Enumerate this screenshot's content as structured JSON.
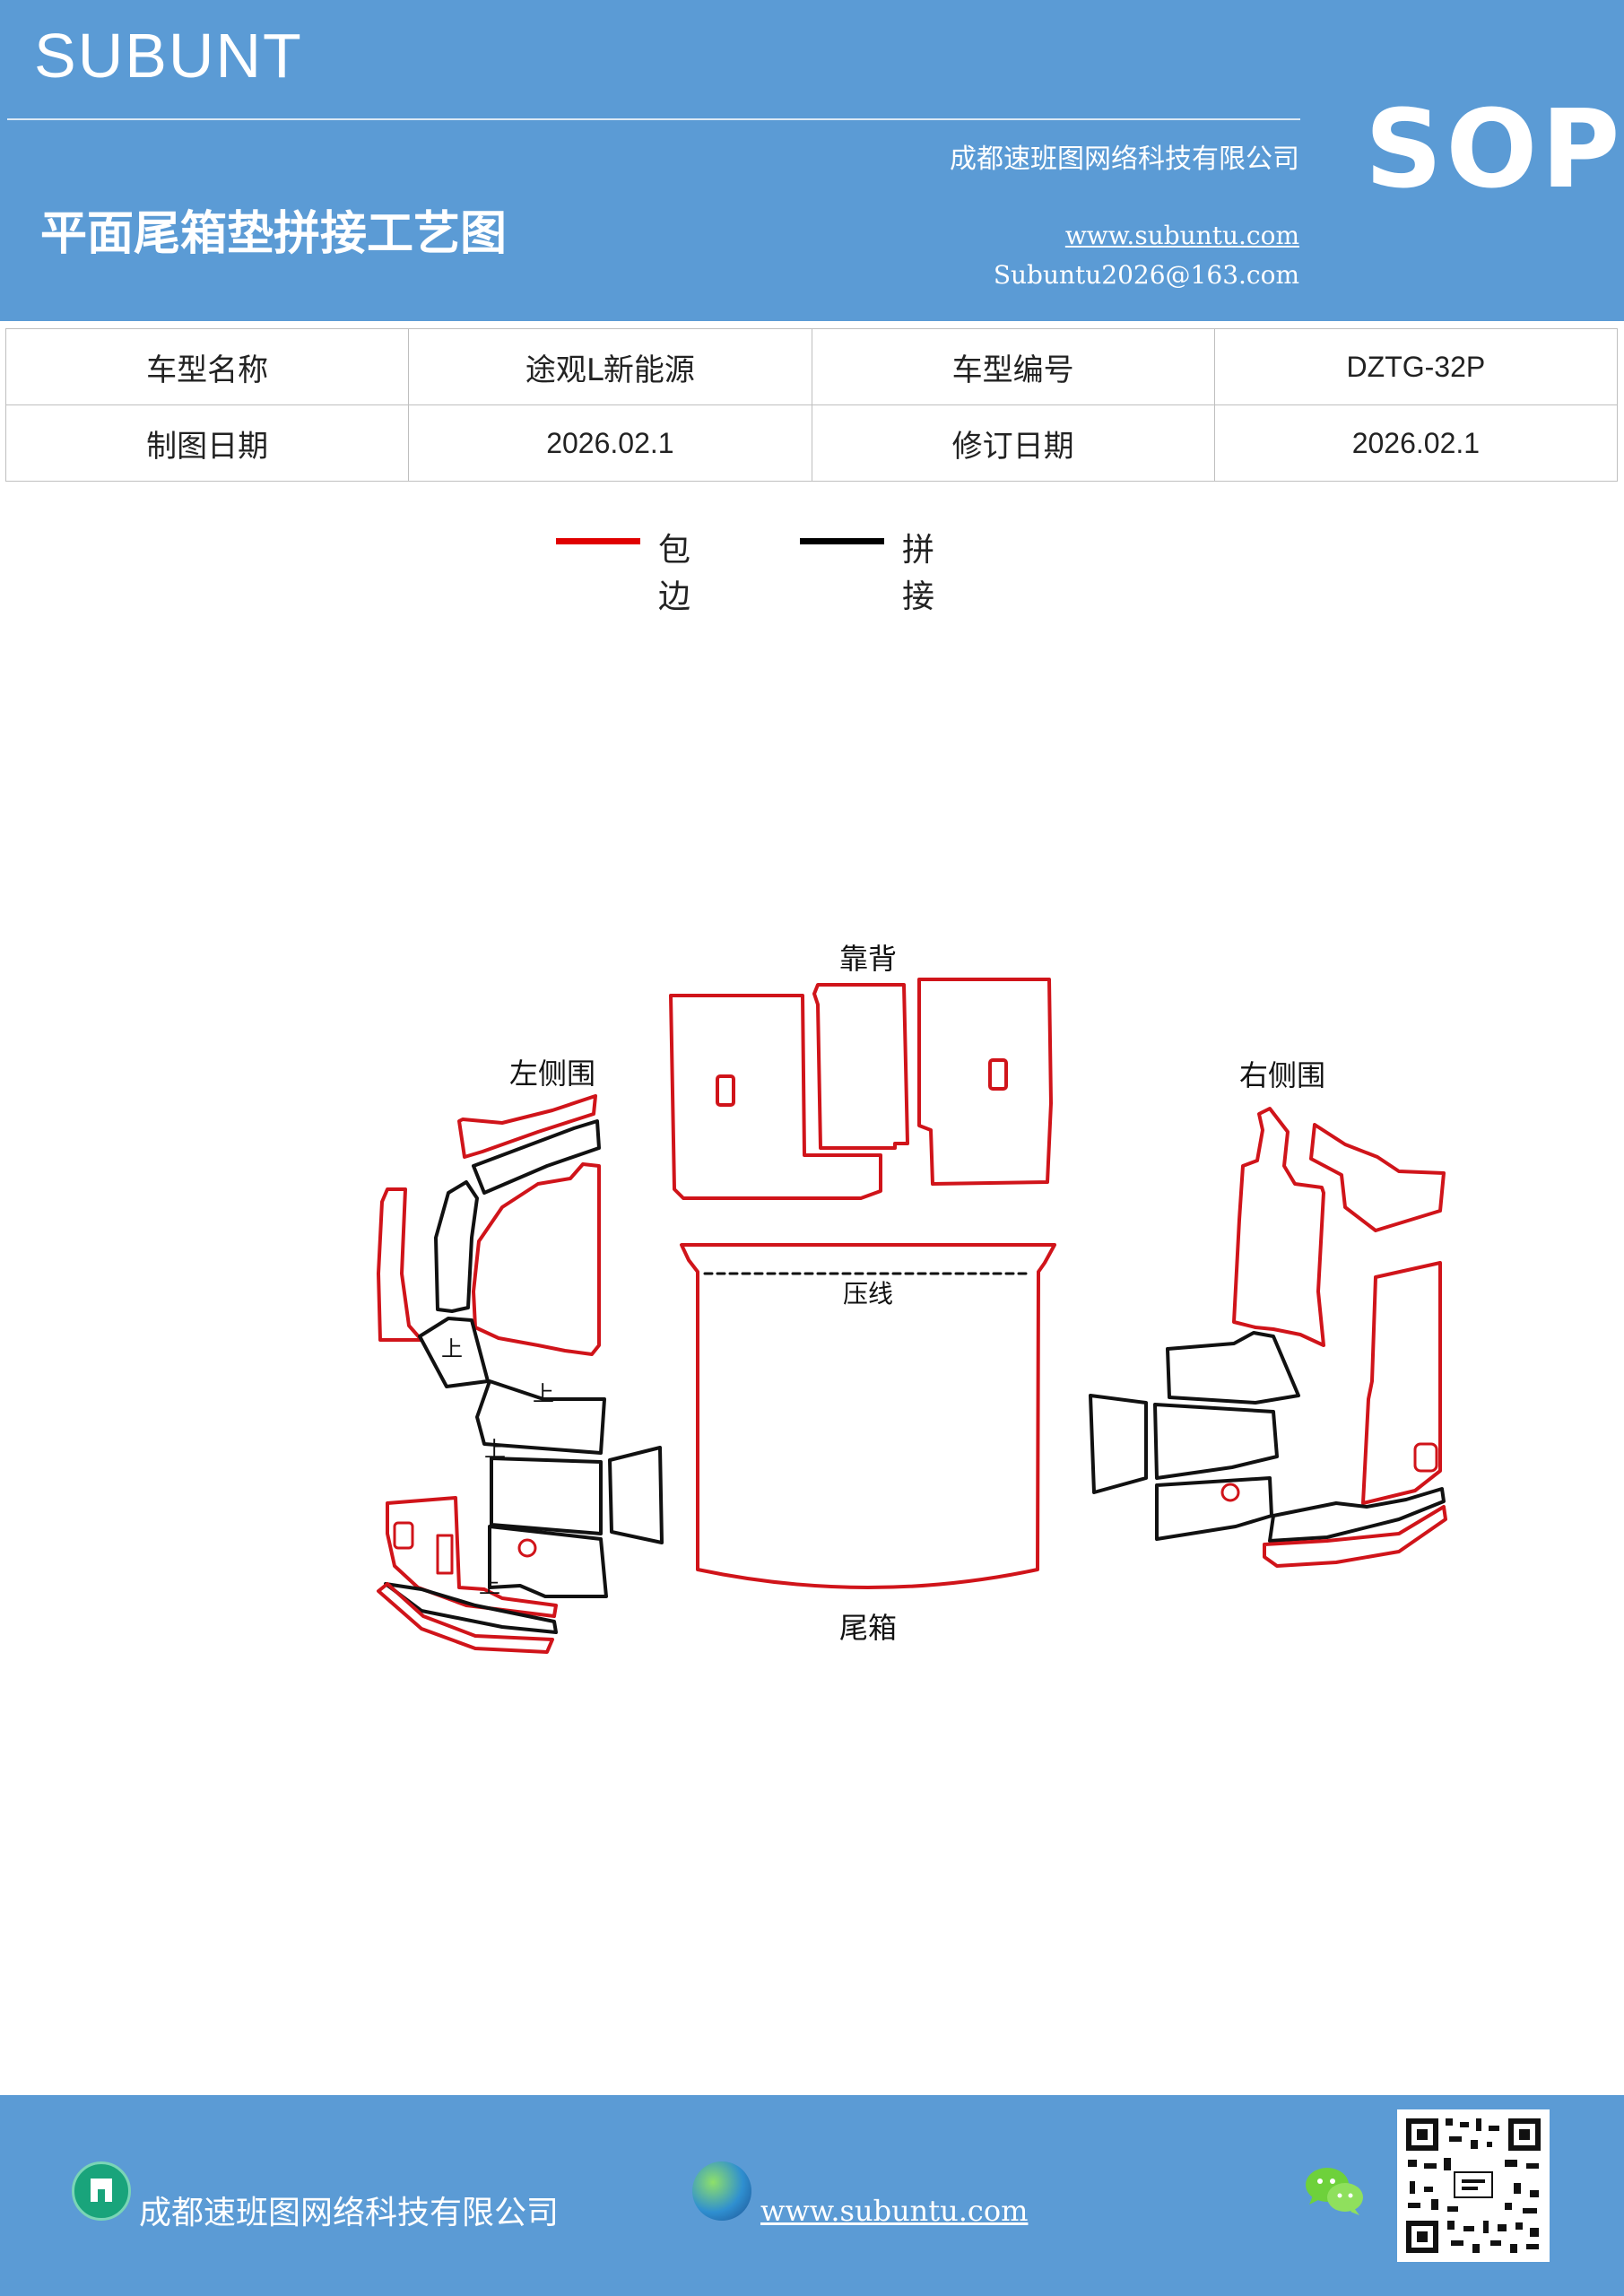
{
  "header": {
    "brand": "SUBUNT",
    "company": "成都速班图网络科技有限公司",
    "title": "平面尾箱垫拼接工艺图",
    "website": "www.subuntu.com",
    "email": "Subuntu2026@163.com",
    "badge": "SOP"
  },
  "info_table": {
    "rows": [
      [
        "车型名称",
        "途观L新能源",
        "车型编号",
        "DZTG-32P"
      ],
      [
        "制图日期",
        "2026.02.1",
        "修订日期",
        "2026.02.1"
      ]
    ]
  },
  "legend": {
    "items": [
      {
        "label": "包边",
        "color": "#e00000"
      },
      {
        "label": "拼接",
        "color": "#000000"
      }
    ]
  },
  "diagram": {
    "labels": {
      "backrest": "靠背",
      "left_side": "左侧围",
      "right_side": "右侧围",
      "press_line": "压线",
      "trunk": "尾箱",
      "up_marks": [
        "上",
        "上",
        "上",
        "上"
      ]
    },
    "colors": {
      "edge": "#d0141a",
      "seam": "#111111"
    }
  },
  "footer": {
    "company": "成都速班图网络科技有限公司",
    "website": "www.subuntu.com",
    "icons": [
      "building-icon",
      "globe-icon",
      "wechat-icon",
      "qr-code"
    ]
  }
}
